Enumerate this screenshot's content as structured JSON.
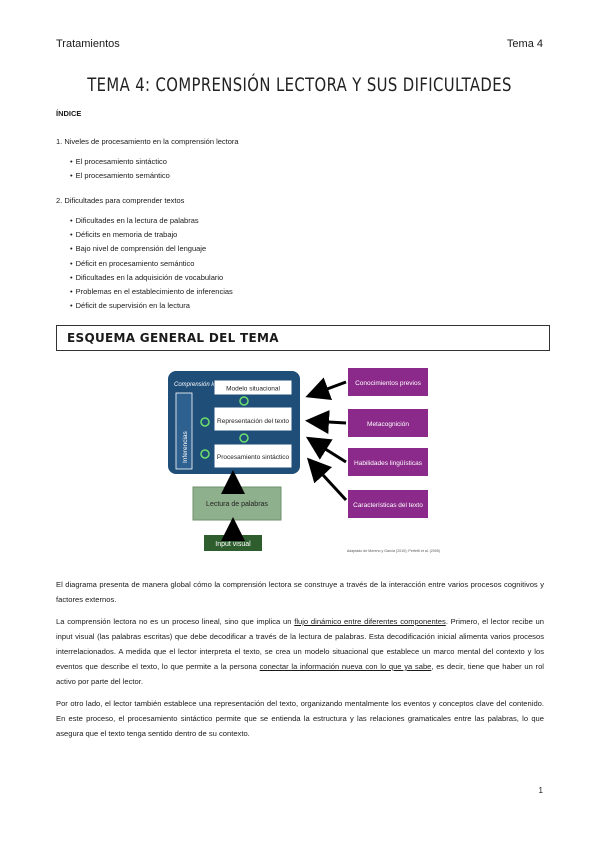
{
  "header": {
    "left": "Tratamientos",
    "right": "Tema 4"
  },
  "title": "TEMA 4: COMPRENSIÓN LECTORA Y SUS DIFICULTADES",
  "indice": "ÍNDICE",
  "sections": [
    {
      "heading": "1. Niveles de procesamiento en la comprensión lectora",
      "items": [
        "El procesamiento sintáctico",
        "El procesamiento semántico"
      ]
    },
    {
      "heading": "2. Dificultades para comprender textos",
      "items": [
        "Dificultades en la lectura de palabras",
        "Déficits en memoria de trabajo",
        "Bajo nivel de comprensión del lenguaje",
        "Déficit en procesamiento semántico",
        "Dificultades en la adquisición de vocabulario",
        "Problemas en el establecimiento de inferencias",
        "Déficit de supervisión en la lectura"
      ]
    }
  ],
  "schema_title": "ESQUEMA GENERAL DEL TEMA",
  "diagram": {
    "outer_label": "Comprensión lectora",
    "side_label": "Inferencias",
    "levels": [
      "Modelo situacional",
      "Representación del texto",
      "Procesamiento sintáctico"
    ],
    "lectura": "Lectura de palabras",
    "input": "Input visual",
    "factors": [
      "Conocimientos previos",
      "Metacognición",
      "Habilidades lingüísticas",
      "Características del texto"
    ],
    "caption": "Adaptado de Moreno y García (2010); Perfetti et al. (2005)",
    "colors": {
      "outer": "#1f4e79",
      "lectura": "#8fb08c",
      "input": "#2e5e2e",
      "factor": "#8b2a8a"
    }
  },
  "paragraphs": {
    "p1": "El diagrama presenta de manera global cómo la comprensión lectora se construye a través de la interacción entre varios procesos cognitivos y factores externos.",
    "p2a": "La comprensión lectora no es un proceso lineal, sino que implica un ",
    "p2u1": "flujo dinámico entre diferentes componentes",
    "p2b": ". Primero, el lector recibe un input visual (las palabras escritas) que debe decodificar a través de la lectura de palabras. Esta decodificación inicial alimenta varios procesos interrelacionados. A medida que el lector interpreta el texto, se crea un modelo situacional que establece un marco mental del contexto y los eventos que describe el texto, lo que permite a la persona ",
    "p2u2": "conectar la información nueva con lo que ya sabe",
    "p2c": ", es decir, tiene que haber un rol activo por parte del lector.",
    "p3": "Por otro lado, el lector también establece una representación del texto, organizando mentalmente los eventos y conceptos clave del contenido. En este proceso, el procesamiento sintáctico permite que se entienda la estructura y las relaciones gramaticales entre las palabras, lo que asegura que el texto tenga sentido dentro de su contexto."
  },
  "page_number": "1"
}
